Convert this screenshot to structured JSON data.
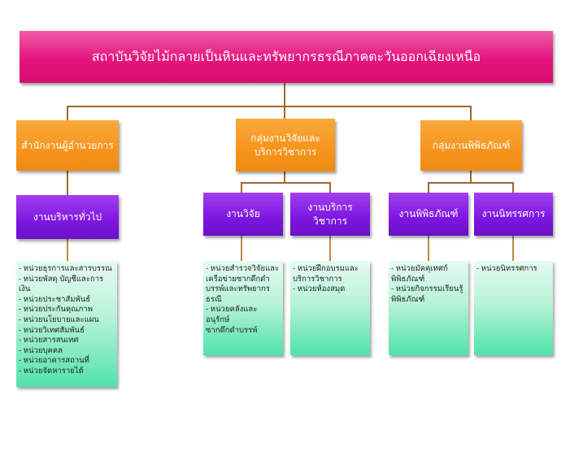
{
  "root": "สถาบันวิจัยไม้กลายเป็นหินและทรัพยากรธรณีภาคตะวันออกเฉียงเหนือ",
  "groups": {
    "director_office": "สำนักงานผู้อำนวยการ",
    "research_group": "กลุ่มงานวิจัยและบริการวิชาการ",
    "museum_group": "กลุ่มงานพิพิธภัณฑ์"
  },
  "sections": {
    "general_admin": "งานบริหารทั่วไป",
    "research": "งานวิจัย",
    "academic_service": "งานบริการวิชาการ",
    "museum": "งานพิพิธภัณฑ์",
    "exhibition": "งานนิทรรศการ"
  },
  "units": {
    "general_admin": [
      "- หน่วยธุรการและสารบรรณ",
      "- หน่วยพัสดุ บัญชีและการเงิน",
      "- หน่วยประชาสัมพันธ์",
      "- หน่วยประกันคุณภาพ",
      "- หน่วยนโยบายและแผน",
      "- หน่วยวิเทศสัมพันธ์",
      "- หน่วยสารสนเทศ",
      "- หน่วยบุคคล",
      "- หน่วยอาคารสถานที่",
      "- หน่วยจัดหารายได้"
    ],
    "research": [
      "- หน่วยสำรวจวิจัยและ",
      "เครือข่ายซากดึกดำ",
      "บรรพ์และทรัพยากร",
      "ธรณี",
      "- หน่วยคลังและอนุรักษ์",
      "ซากดึกดำบรรพ์"
    ],
    "academic_service": [
      "- หน่วยฝึกอบรมและ",
      "บริการวิชาการ",
      "- หน่วยห้องสมุด"
    ],
    "museum": [
      "- หน่วยมัคคุเทศก์",
      "พิพิธภัณฑ์",
      "- หน่วยกิจกรรมเรียนรู้",
      "พิพิธภัณฑ์"
    ],
    "exhibition": [
      "- หน่วยนิทรรศการ"
    ]
  },
  "colors": {
    "root": "#e4157e",
    "group": "#f7941d",
    "section": "#7d16e0",
    "unit": "#7de8be",
    "connector": "#a0672f"
  }
}
